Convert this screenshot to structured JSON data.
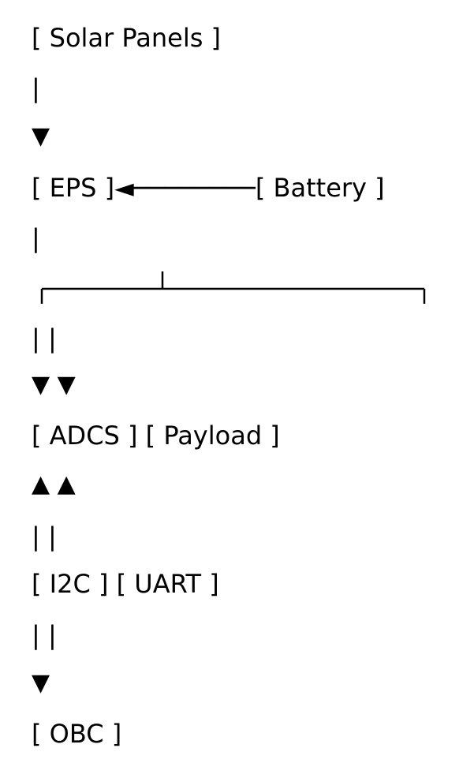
{
  "nodes": {
    "solar_panels": "[ Solar Panels ]",
    "eps": "[ EPS ]",
    "battery": "[ Battery ]",
    "adcs": "[ ADCS ]",
    "payload": "[ Payload ]",
    "i2c": "[ I2C ]",
    "uart": "[ UART ]",
    "obc": "[ OBC ]"
  },
  "connectors": {
    "pipe": "|",
    "double_pipe": "| |",
    "down_arrow": "▼",
    "double_down_arrow": "▼ ▼",
    "double_up_arrow": "▲ ▲",
    "battery_link": "◄────────"
  },
  "colors": {
    "foreground": "#000000",
    "background": "#ffffff"
  }
}
